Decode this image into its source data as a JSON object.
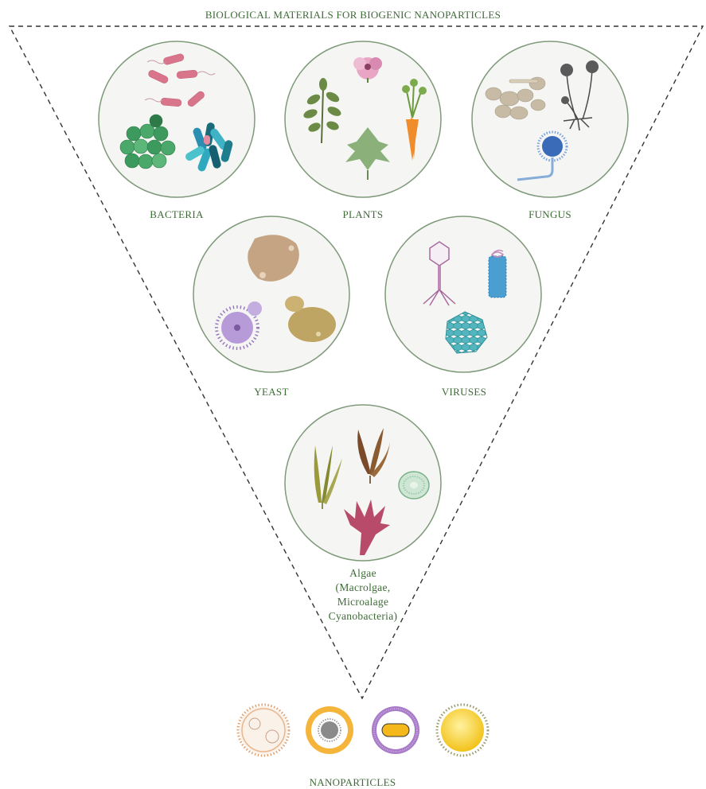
{
  "title": "BIOLOGICAL MATERIALS FOR BIOGENIC NANOPARTICLES",
  "sources": [
    {
      "id": "bacteria",
      "label": "BACTERIA"
    },
    {
      "id": "plants",
      "label": "PLANTS"
    },
    {
      "id": "fungus",
      "label": "FUNGUS"
    },
    {
      "id": "yeast",
      "label": "YEAST"
    },
    {
      "id": "viruses",
      "label": "VIRUSES"
    },
    {
      "id": "algae",
      "label_lines": [
        "Algae",
        "(Macrolgae,",
        "Microalage",
        "Cyanobacteria)"
      ]
    }
  ],
  "output_label": "NANOPARTICLES",
  "colors": {
    "label": "#3d6b36",
    "circle_fill": "#f5f6f3",
    "circle_stroke": "#7f9a7a",
    "funnel": "#333333"
  }
}
